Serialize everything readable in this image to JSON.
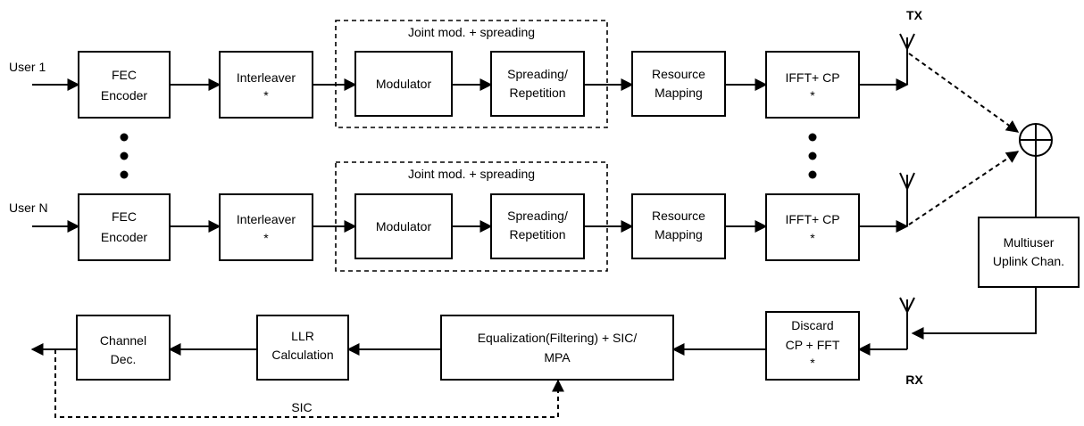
{
  "user_rows": [
    {
      "input_label": "User 1",
      "fec": [
        "FEC",
        "Encoder"
      ],
      "interleaver": [
        "Interleaver",
        "*"
      ],
      "group_label": "Joint mod. + spreading",
      "modulator": [
        "Modulator"
      ],
      "spreading": [
        "Spreading/",
        "Repetition"
      ],
      "resource": [
        "Resource",
        "Mapping"
      ],
      "ifft": [
        "IFFT+ CP",
        "*"
      ]
    },
    {
      "input_label": "User N",
      "fec": [
        "FEC",
        "Encoder"
      ],
      "interleaver": [
        "Interleaver",
        "*"
      ],
      "group_label": "Joint mod. + spreading",
      "modulator": [
        "Modulator"
      ],
      "spreading": [
        "Spreading/",
        "Repetition"
      ],
      "resource": [
        "Resource",
        "Mapping"
      ],
      "ifft": [
        "IFFT+ CP",
        "*"
      ]
    }
  ],
  "tx_label": "TX",
  "rx_label": "RX",
  "channel": [
    "Multiuser",
    "Uplink Chan."
  ],
  "receiver": {
    "discard": [
      "Discard",
      "CP + FFT",
      "*"
    ],
    "equalization": [
      "Equalization(Filtering) + SIC/",
      "MPA"
    ],
    "llr": [
      "LLR",
      "Calculation"
    ],
    "decoder": [
      "Channel",
      "Dec."
    ],
    "sic_label": "SIC"
  }
}
